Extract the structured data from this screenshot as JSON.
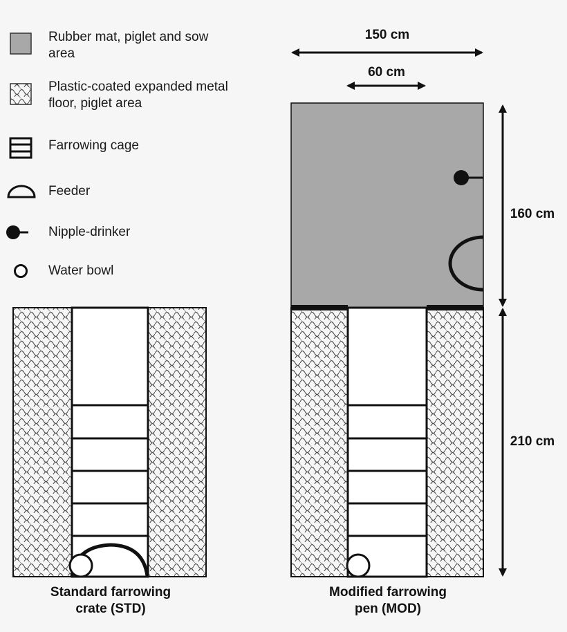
{
  "legend": [
    {
      "icon": "rubber-mat-swatch-icon",
      "line1": "Rubber mat, piglet and sow",
      "line2": "area"
    },
    {
      "icon": "expanded-metal-swatch-icon",
      "line1": "Plastic-coated expanded metal",
      "line2": "floor, piglet area"
    },
    {
      "icon": "farrowing-cage-icon",
      "line1": "Farrowing cage",
      "line2": ""
    },
    {
      "icon": "feeder-icon",
      "line1": "Feeder",
      "line2": ""
    },
    {
      "icon": "nipple-drinker-icon",
      "line1": "Nipple-drinker",
      "line2": ""
    },
    {
      "icon": "water-bowl-icon",
      "line1": "Water bowl",
      "line2": ""
    }
  ],
  "dimensions": {
    "total_width": "150 cm",
    "crate_width": "60 cm",
    "sow_area_length": "160 cm",
    "crate_length": "210 cm"
  },
  "captions": {
    "std_line1": "Standard farrowing",
    "std_line2": "crate (STD)",
    "mod_line1": "Modified farrowing",
    "mod_line2": "pen (MOD)"
  },
  "colors": {
    "background": "#f6f6f6",
    "rubber_mat": "#a8a8a8",
    "metal_floor_hatch": "#444444",
    "outline": "#111111"
  }
}
